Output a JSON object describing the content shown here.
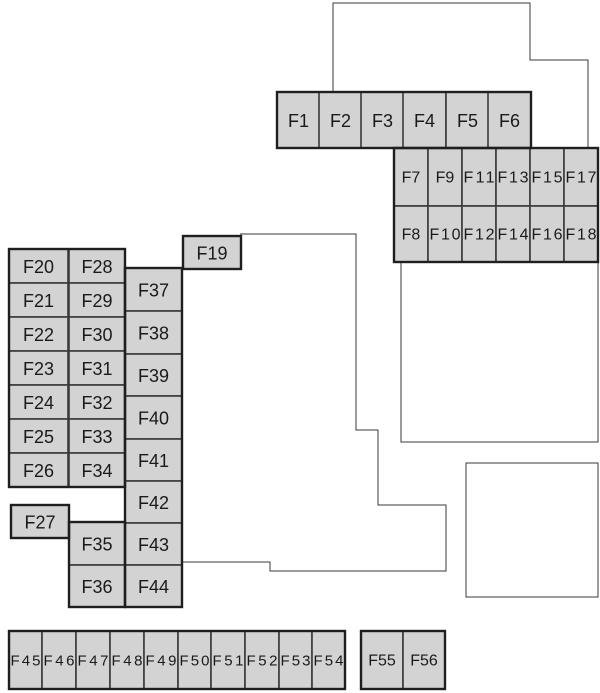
{
  "fuses": [
    "F1",
    "F2",
    "F3",
    "F4",
    "F5",
    "F6",
    "F7",
    "F8",
    "F9",
    "F10",
    "F11",
    "F12",
    "F13",
    "F14",
    "F15",
    "F16",
    "F17",
    "F18",
    "F19",
    "F20",
    "F21",
    "F22",
    "F23",
    "F24",
    "F25",
    "F26",
    "F27",
    "F28",
    "F29",
    "F30",
    "F31",
    "F32",
    "F33",
    "F34",
    "F35",
    "F36",
    "F37",
    "F38",
    "F39",
    "F40",
    "F41",
    "F42",
    "F43",
    "F44",
    "F45",
    "F46",
    "F47",
    "F48",
    "F49",
    "F50",
    "F51",
    "F52",
    "F53",
    "F54",
    "F55",
    "F56"
  ]
}
